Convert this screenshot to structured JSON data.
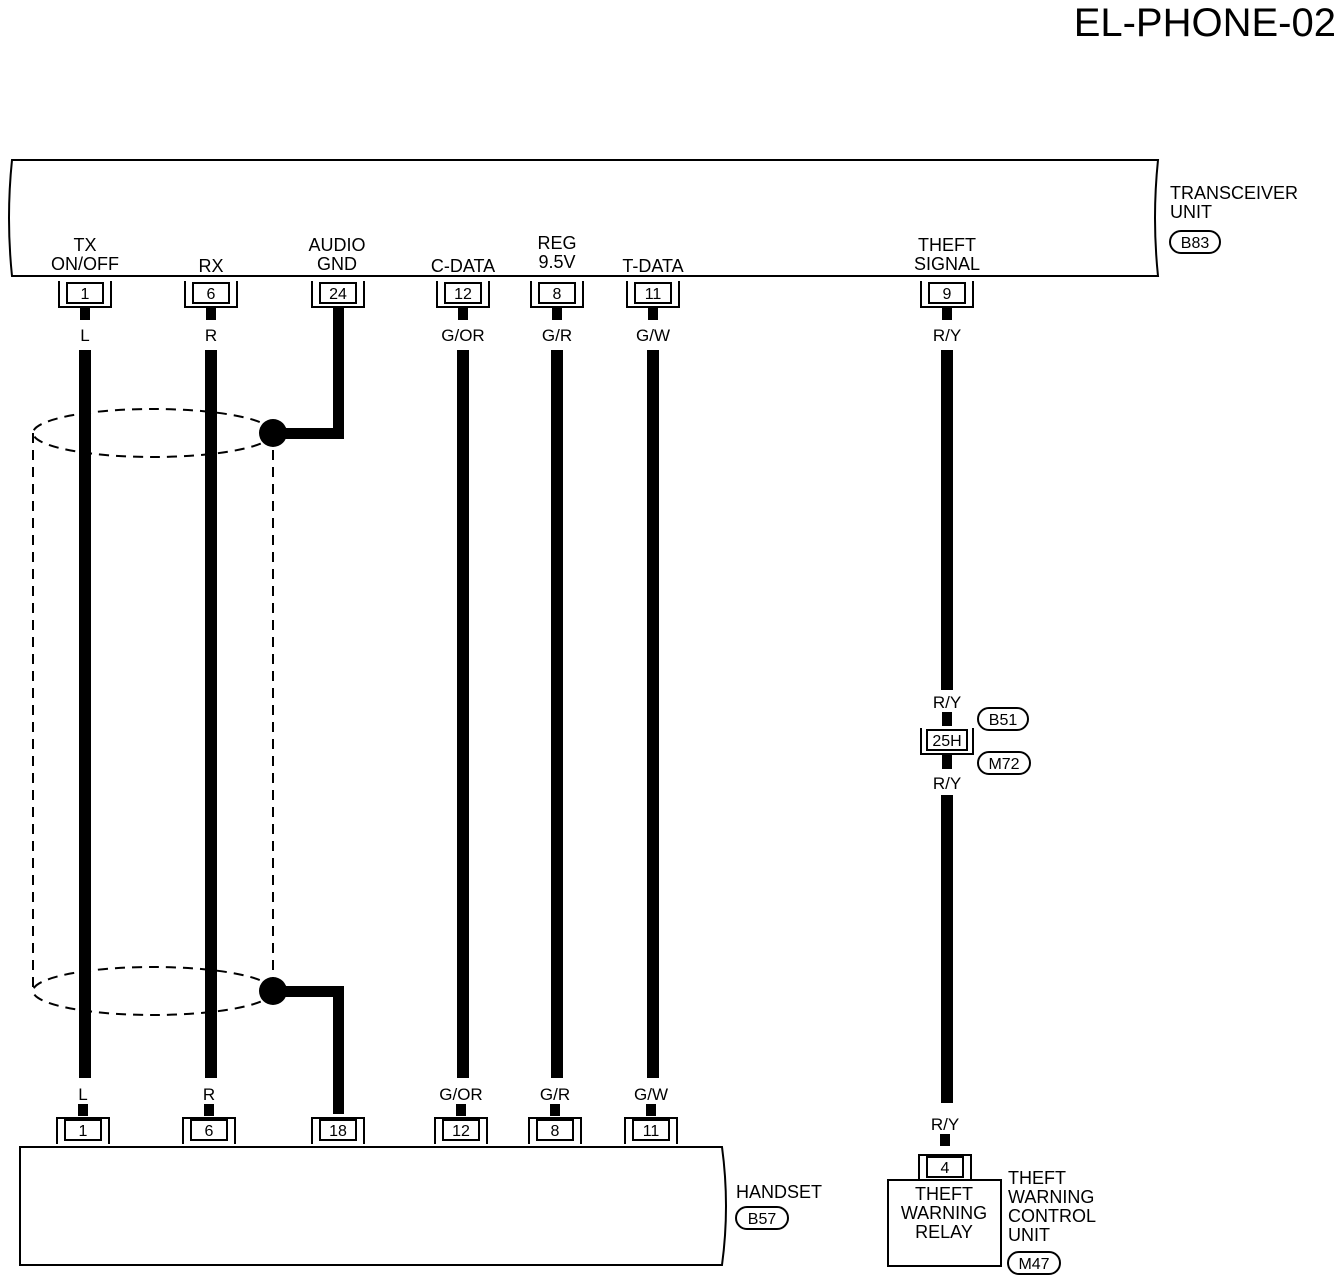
{
  "title": "EL-PHONE-02",
  "transceiver": {
    "name_lines": [
      "TRANSCEIVER",
      "UNIT"
    ],
    "connector": "B83",
    "terminals": [
      {
        "label_lines": [
          "TX",
          "ON/OFF"
        ],
        "pin": "1",
        "wire_color": "L"
      },
      {
        "label_lines": [
          "RX"
        ],
        "pin": "6",
        "wire_color": "R"
      },
      {
        "label_lines": [
          "AUDIO",
          "GND"
        ],
        "pin": "24",
        "wire_color": ""
      },
      {
        "label_lines": [
          "C-DATA"
        ],
        "pin": "12",
        "wire_color": "G/OR"
      },
      {
        "label_lines": [
          "REG",
          "9.5V"
        ],
        "pin": "8",
        "wire_color": "G/R"
      },
      {
        "label_lines": [
          "T-DATA"
        ],
        "pin": "11",
        "wire_color": "G/W"
      },
      {
        "label_lines": [
          "THEFT",
          "SIGNAL"
        ],
        "pin": "9",
        "wire_color": "R/Y"
      }
    ]
  },
  "handset": {
    "name": "HANDSET",
    "connector": "B57",
    "terminals": [
      {
        "pin": "1",
        "wire_color": "L"
      },
      {
        "pin": "6",
        "wire_color": "R"
      },
      {
        "pin": "18",
        "wire_color": ""
      },
      {
        "pin": "12",
        "wire_color": "G/OR"
      },
      {
        "pin": "8",
        "wire_color": "G/R"
      },
      {
        "pin": "11",
        "wire_color": "G/W"
      }
    ]
  },
  "junction": {
    "pin": "25H",
    "connector_upper": "B51",
    "connector_lower": "M72",
    "wire_color_upper": "R/Y",
    "wire_color_lower": "R/Y"
  },
  "theft_unit": {
    "name_lines": [
      "THEFT",
      "WARNING",
      "CONTROL",
      "UNIT"
    ],
    "connector": "M47",
    "relay_lines": [
      "THEFT",
      "WARNING",
      "RELAY"
    ],
    "pin": "4",
    "wire_color": "R/Y"
  }
}
